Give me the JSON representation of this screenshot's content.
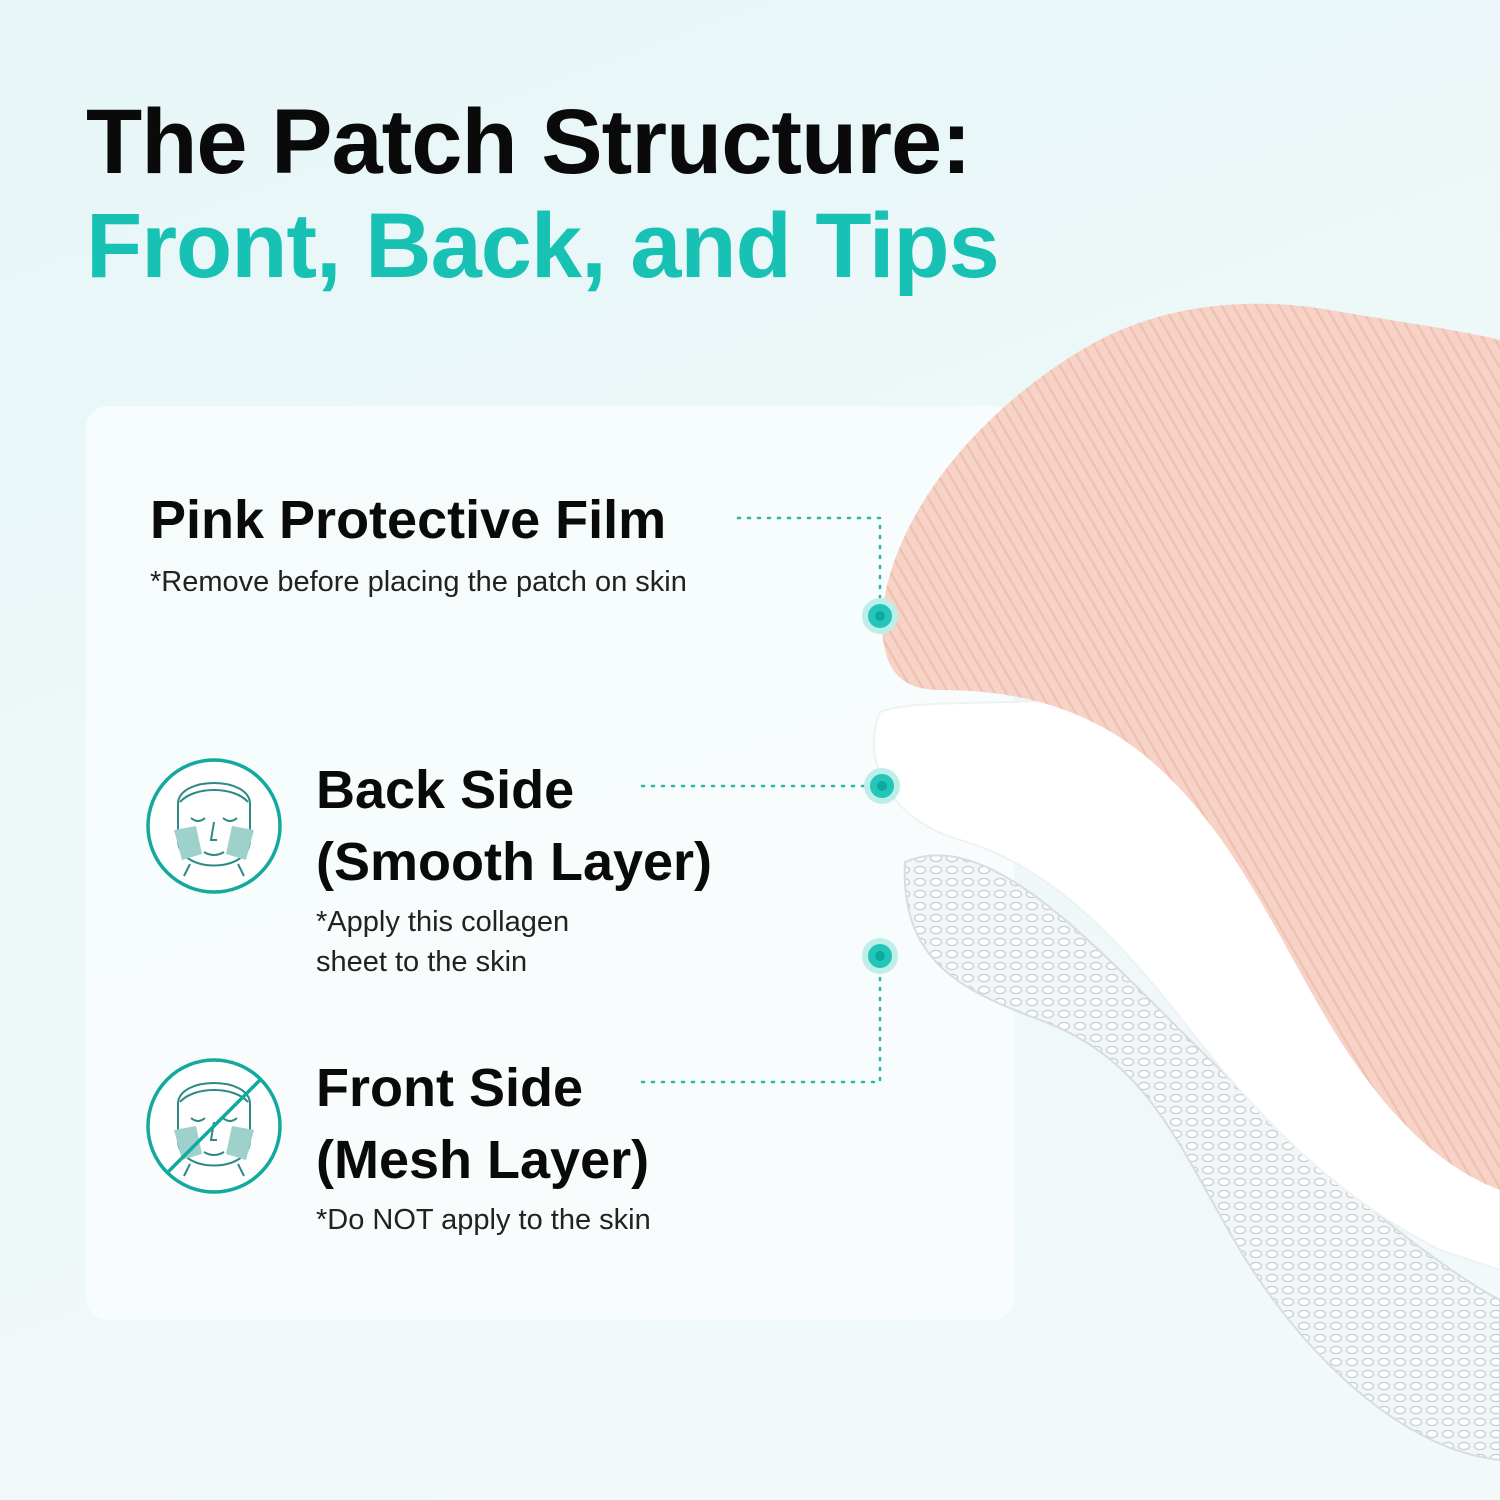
{
  "header": {
    "title_line1": "The Patch Structure:",
    "title_line2": "Front, Back, and Tips"
  },
  "sections": {
    "pink": {
      "title": "Pink Protective Film",
      "note": "*Remove before placing the patch on skin"
    },
    "back": {
      "title_line1": "Back Side",
      "title_line2": "(Smooth Layer)",
      "note_line1": "*Apply this collagen",
      "note_line2": "sheet to the skin",
      "icon": "face-apply-icon"
    },
    "front": {
      "title_line1": "Front Side",
      "title_line2": "(Mesh Layer)",
      "note_line1": "*Do NOT apply to the skin",
      "icon": "face-no-apply-icon"
    }
  },
  "colors": {
    "accent": "#17c1b4",
    "title": "#0a0a0a",
    "pink_film": "#f6d3c6",
    "smooth_layer": "#ffffff",
    "mesh_layer": "#e9eef0"
  }
}
